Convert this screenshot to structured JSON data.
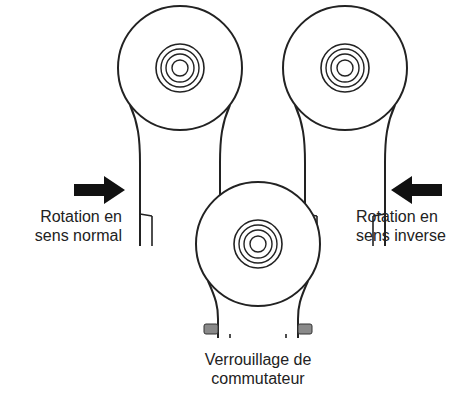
{
  "diagram": {
    "labels": [
      "Rotation en sens normal",
      "Rotation en sens inverse",
      "Verrouillage de commutateur"
    ]
  }
}
